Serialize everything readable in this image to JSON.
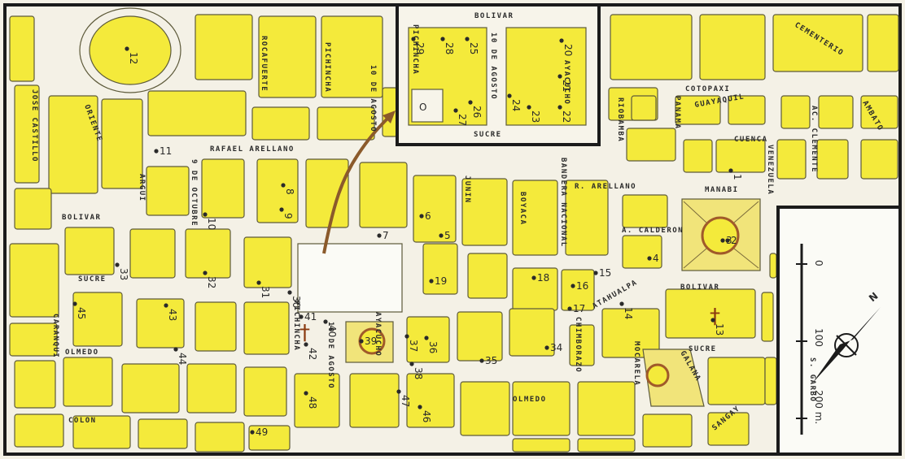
{
  "inset": {
    "plaza_label": "O"
  },
  "legend": {
    "scale_0": "0",
    "scale_100": "100",
    "scale_200": "200 m.",
    "north": "N"
  },
  "streets": [
    {
      "key": "bolivar_inset",
      "text": "BOLIVAR"
    },
    {
      "key": "pichincha_inset",
      "text": "PICHINCHA"
    },
    {
      "key": "diez_agosto_inset",
      "text": "10 DE AGOSTO"
    },
    {
      "key": "ayacucho_inset",
      "text": "AYACUCHO"
    },
    {
      "key": "sucre_inset",
      "text": "SUCRE"
    },
    {
      "key": "cementerio",
      "text": "CEMENTERIO"
    },
    {
      "key": "cotopaxi",
      "text": "COTOPAXI"
    },
    {
      "key": "guayaquil",
      "text": "GUAYAQUIL"
    },
    {
      "key": "cuenca",
      "text": "CUENCA"
    },
    {
      "key": "ambato",
      "text": "AMBATO"
    },
    {
      "key": "panama",
      "text": "PANAMA"
    },
    {
      "key": "venezuela",
      "text": "VENEZUELA"
    },
    {
      "key": "ac_clemente",
      "text": "AC. CLEMENTE"
    },
    {
      "key": "rafael_arellano",
      "text": "RAFAEL ARELLANO"
    },
    {
      "key": "r_arellano",
      "text": "R. ARELLANO"
    },
    {
      "key": "manabi",
      "text": "MANABI"
    },
    {
      "key": "a_calderon",
      "text": "A. CALDERON"
    },
    {
      "key": "bolivar_w",
      "text": "BOLIVAR"
    },
    {
      "key": "bolivar_e",
      "text": "BOLIVAR"
    },
    {
      "key": "sucre_w",
      "text": "SUCRE"
    },
    {
      "key": "sucre_e",
      "text": "SUCRE"
    },
    {
      "key": "olmedo_w",
      "text": "OLMEDO"
    },
    {
      "key": "olmedo_c",
      "text": "OLMEDO"
    },
    {
      "key": "colon",
      "text": "COLON"
    },
    {
      "key": "jose_castillo",
      "text": "JOSE CASTILLO"
    },
    {
      "key": "rocafuerte",
      "text": "ROCAFUERTE"
    },
    {
      "key": "pichincha_n",
      "text": "PICHINCHA"
    },
    {
      "key": "diez_agosto_n",
      "text": "10 DE AGOSTO"
    },
    {
      "key": "junin",
      "text": "JUNIN"
    },
    {
      "key": "boyaca",
      "text": "BOYACA"
    },
    {
      "key": "bandera",
      "text": "BANDERA NACIONAL"
    },
    {
      "key": "riobamba",
      "text": "RIOBAMBA"
    },
    {
      "key": "argui",
      "text": "ARGUI"
    },
    {
      "key": "nueve_octubre",
      "text": "9 DE OCTUBRE"
    },
    {
      "key": "pichincha_s",
      "text": "PICHINCHA"
    },
    {
      "key": "diez_agosto_s",
      "text": "10 DE AGOSTO"
    },
    {
      "key": "ayacucho_s",
      "text": "AYACUCHO"
    },
    {
      "key": "chimborazo",
      "text": "CHIMBORAZO"
    },
    {
      "key": "atahualpa",
      "text": "ATAHUALPA"
    },
    {
      "key": "mocarela",
      "text": "MOCARELA"
    },
    {
      "key": "galana",
      "text": "GALANA"
    },
    {
      "key": "oriente",
      "text": "ORIENTE"
    },
    {
      "key": "sangay",
      "text": "SANGAY"
    },
    {
      "key": "caranqui",
      "text": "CARANQUI"
    },
    {
      "key": "s_garbo",
      "text": "S. GARBO"
    }
  ],
  "landmarks": [
    "12",
    "29",
    "28",
    "25",
    "20",
    "21",
    "22",
    "23",
    "24",
    "26",
    "27",
    "11",
    "10",
    "9",
    "8",
    "7",
    "6",
    "5",
    "1",
    "2",
    "3",
    "4",
    "13",
    "14",
    "15",
    "16",
    "17",
    "18",
    "19",
    "30",
    "31",
    "32",
    "33",
    "34",
    "35",
    "36",
    "37",
    "38",
    "39",
    "40",
    "41",
    "42",
    "43",
    "44",
    "45",
    "46",
    "47",
    "48",
    "49"
  ],
  "colors": {
    "block": "#f4ea3b",
    "street": "#f4f1e6",
    "frame": "#1b1b1b",
    "arrow": "#8b5a2b",
    "cross": "#8b3a10"
  }
}
